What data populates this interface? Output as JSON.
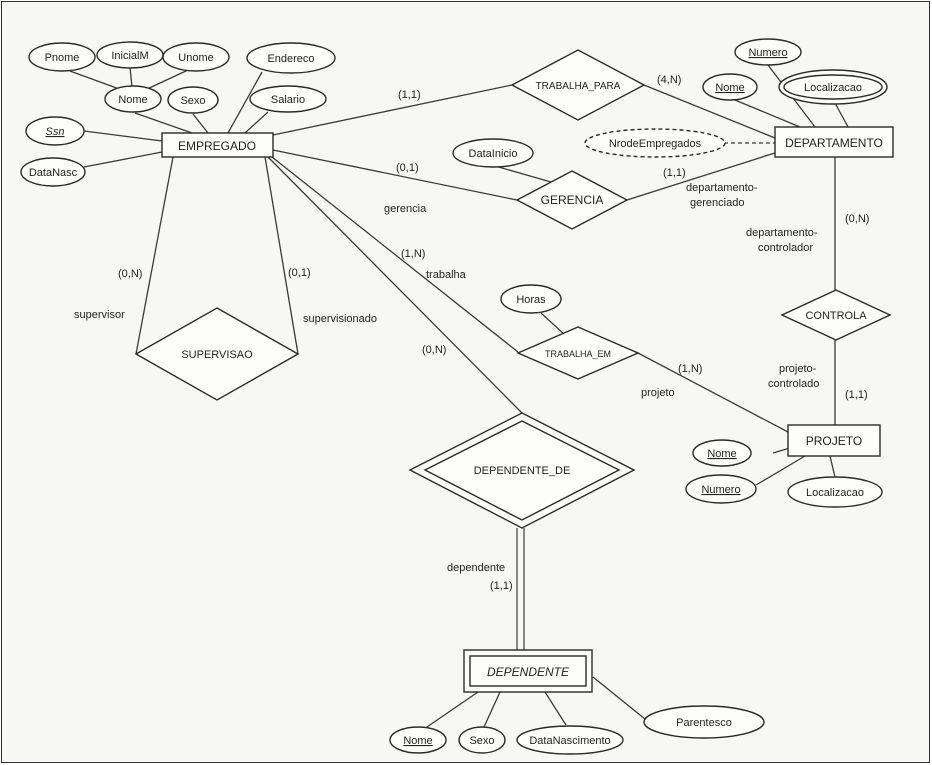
{
  "entities": {
    "empregado": "EMPREGADO",
    "departamento": "DEPARTAMENTO",
    "projeto": "PROJETO",
    "dependente": "DEPENDENTE"
  },
  "relationships": {
    "trabalha_para": "TRABALHA_PARA",
    "gerencia": "GERENCIA",
    "supervisao": "SUPERVISAO",
    "trabalha_em": "TRABALHA_EM",
    "controla": "CONTROLA",
    "dependente_de": "DEPENDENTE_DE"
  },
  "attributes": {
    "pnome": "Pnome",
    "inicialm": "InicialM",
    "unome": "Unome",
    "endereco": "Endereco",
    "emp_nome": "Nome",
    "sexo": "Sexo",
    "salario": "Salario",
    "ssn": "Ssn",
    "datanasc": "DataNasc",
    "dep_numero": "Numero",
    "dep_nome": "Nome",
    "localizacao": "Localizacao",
    "nrodeempregados": "NrodeEmpregados",
    "datainicio": "DataInicio",
    "horas": "Horas",
    "proj_nome": "Nome",
    "proj_numero": "Numero",
    "proj_localizacao": "Localizacao",
    "dpd_nome": "Nome",
    "dpd_sexo": "Sexo",
    "datanascimento": "DataNascimento",
    "parentesco": "Parentesco"
  },
  "cardinalities": {
    "tp_emp": "(1,1)",
    "tp_dep": "(4,N)",
    "ger_emp": "(0,1)",
    "ger_dep": "(1,1)",
    "sup_supervisor": "(0,N)",
    "sup_supervisionado": "(0,1)",
    "te_emp": "(1,N)",
    "te_proj": "(1,N)",
    "dd_emp": "(0,N)",
    "dd_dep": "(1,1)",
    "ctl_dep": "(0,N)",
    "ctl_proj": "(1,1)"
  },
  "roles": {
    "gerencia": "gerencia",
    "dep_gerenciado_1": "departamento-",
    "dep_gerenciado_2": "gerenciado",
    "supervisor": "supervisor",
    "supervisionado": "supervisionado",
    "trabalha": "trabalha",
    "projeto": "projeto",
    "dep_controlador_1": "departamento-",
    "dep_controlador_2": "controlador",
    "proj_controlado_1": "projeto-",
    "proj_controlado_2": "controlado",
    "dependente": "dependente"
  }
}
